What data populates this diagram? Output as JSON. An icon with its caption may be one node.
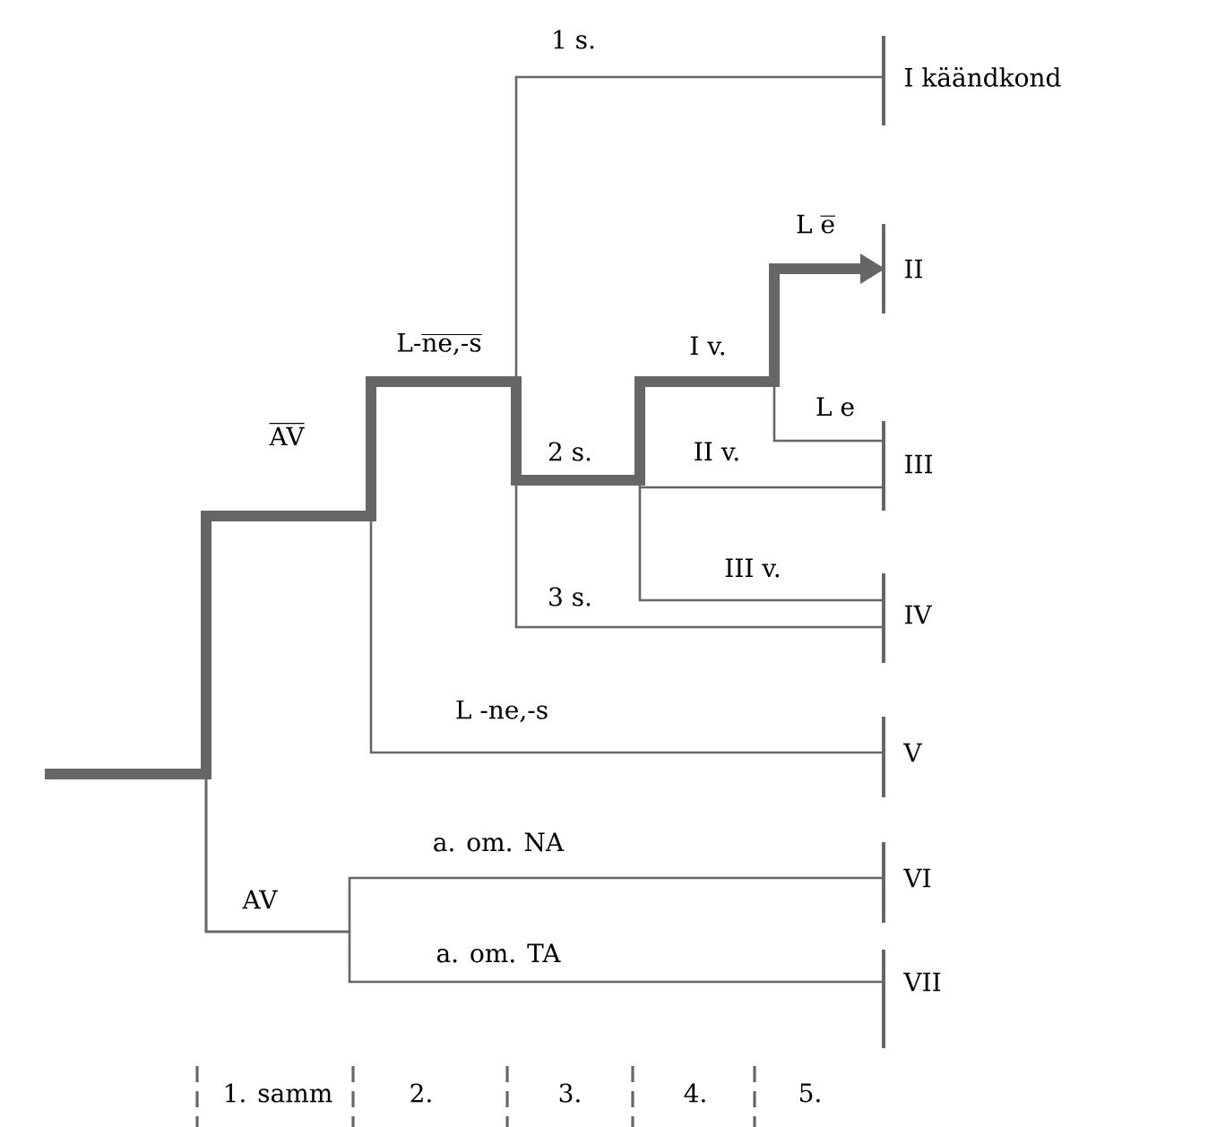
{
  "diagram": {
    "nodes": [
      {
        "text": [
          "I käändkond"
        ]
      },
      {
        "text": [
          "II"
        ]
      },
      {
        "text": [
          "III"
        ]
      },
      {
        "text": [
          "IV"
        ]
      },
      {
        "text": [
          "V"
        ]
      },
      {
        "text": [
          "VI"
        ]
      },
      {
        "text": [
          "VII"
        ]
      }
    ],
    "edges": [
      {
        "from": null,
        "to": 0,
        "arrow": "none"
      },
      {
        "from": null,
        "to": 2,
        "arrow": "none"
      },
      {
        "from": null,
        "to": 2,
        "arrow": "none"
      },
      {
        "from": null,
        "to": 3,
        "arrow": "none"
      },
      {
        "from": null,
        "to": 3,
        "arrow": "none"
      },
      {
        "from": null,
        "to": 4,
        "arrow": "none"
      },
      {
        "from": null,
        "to": 5,
        "arrow": "none"
      },
      {
        "from": null,
        "to": 6,
        "arrow": "none"
      },
      {
        "from": null,
        "to": 1,
        "arrow": "to",
        "style": "thick"
      }
    ],
    "labels": [
      "1 s.",
      "\\text{L }\\overline{\\text{e}}",
      "\\text{L-}\\overline{\\text{ne,-s}}",
      "I v.",
      "L e",
      "\\overline{\\text{AV}}",
      "2 s.",
      "II v.",
      "III v.",
      "3 s.",
      "L -ne,-s",
      "a. om. NA",
      "AV",
      "a. om. TA",
      "1. samm",
      "2.",
      "3.",
      "4.",
      "5."
    ]
  }
}
